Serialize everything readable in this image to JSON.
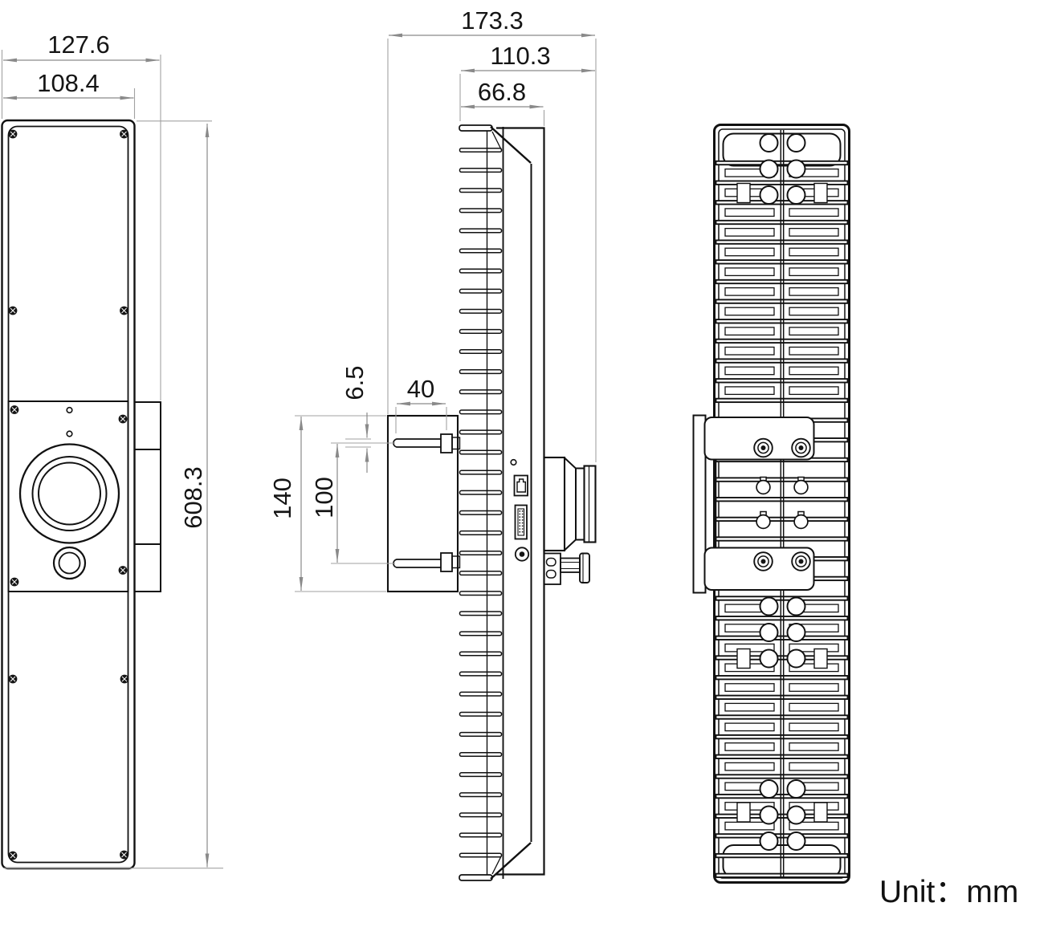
{
  "drawing": {
    "unit_label": "Unit：mm",
    "dimensions": {
      "front_width_overall": "127.6",
      "front_width_body": "108.4",
      "front_height_overall": "608.3",
      "side_depth_overall": "173.3",
      "side_depth_to_lens_tip": "110.3",
      "side_depth_body": "66.8",
      "bracket_slot_width": "6.5",
      "bracket_slot_length": "40",
      "bracket_height": "140",
      "bracket_slot_spacing": "100"
    }
  }
}
